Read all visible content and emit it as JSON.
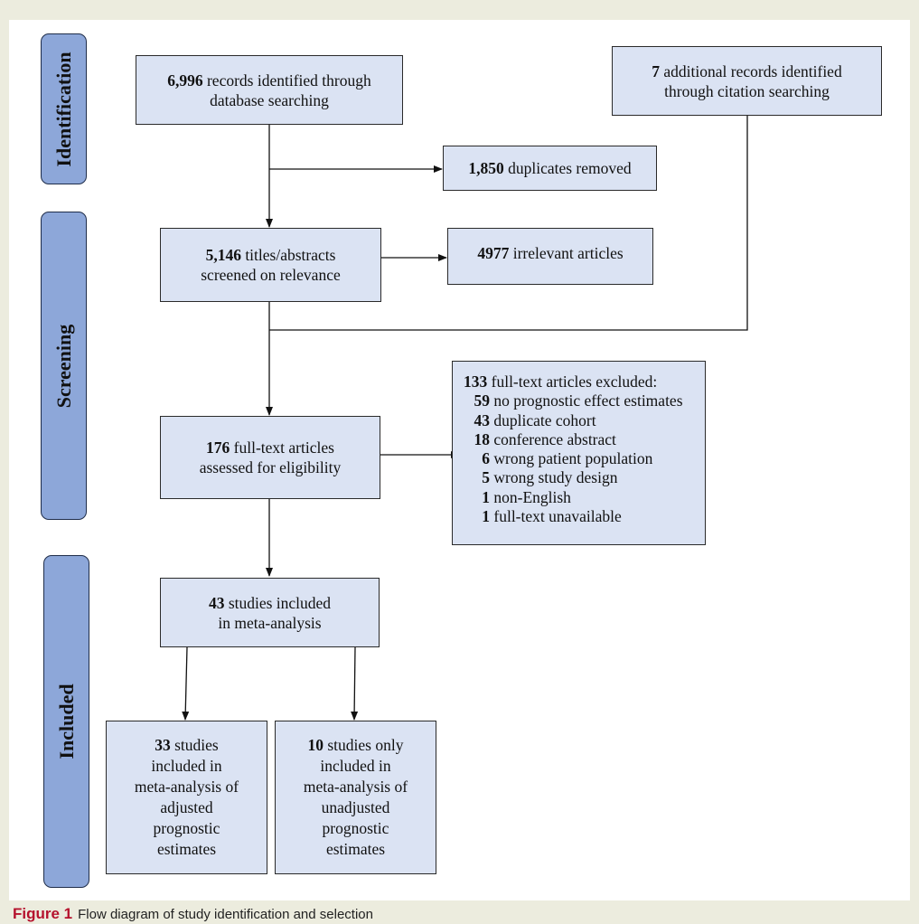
{
  "stages": {
    "identification": "Identification",
    "screening": "Screening",
    "included": "Included"
  },
  "boxes": {
    "db_search": {
      "num": "6,996",
      "text1": "records identified through",
      "text2": "database searching"
    },
    "citation_search": {
      "num": "7",
      "text1": "additional records identified",
      "text2": "through citation searching"
    },
    "duplicates": {
      "num": "1,850",
      "text1": "duplicates removed"
    },
    "screened": {
      "num": "5,146",
      "text1": "titles/abstracts",
      "text2": "screened on relevance"
    },
    "irrelevant": {
      "num": "4977",
      "text1": "irrelevant articles"
    },
    "fulltext": {
      "num": "176",
      "text1": "full-text articles",
      "text2": "assessed for eligibility"
    },
    "excluded": {
      "num": "133",
      "text": "full-text articles excluded:",
      "items": [
        {
          "num": "59",
          "text": "no prognostic effect estimates"
        },
        {
          "num": "43",
          "text": "duplicate cohort"
        },
        {
          "num": "18",
          "text": "conference abstract"
        },
        {
          "num": "6",
          "text": "wrong patient population"
        },
        {
          "num": "5",
          "text": "wrong study design"
        },
        {
          "num": "1",
          "text": "non-English"
        },
        {
          "num": "1",
          "text": "full-text unavailable"
        }
      ]
    },
    "included_meta": {
      "num": "43",
      "text1": "studies included",
      "text2": "in meta-analysis"
    },
    "adjusted": {
      "num": "33",
      "text1": "studies",
      "text2": "included in",
      "text3": "meta-analysis of",
      "text4": "adjusted",
      "text5": "prognostic",
      "text6": "estimates"
    },
    "unadjusted": {
      "num": "10",
      "text1": "studies only",
      "text2": "included in",
      "text3": "meta-analysis of",
      "text4": "unadjusted",
      "text5": "prognostic",
      "text6": "estimates"
    }
  },
  "caption": {
    "label": "Figure 1",
    "text": "Flow diagram of study identification and selection"
  },
  "colors": {
    "stage_fill": "#8da7d9",
    "box_fill": "#dbe3f3",
    "caption_label": "#b5122d"
  }
}
